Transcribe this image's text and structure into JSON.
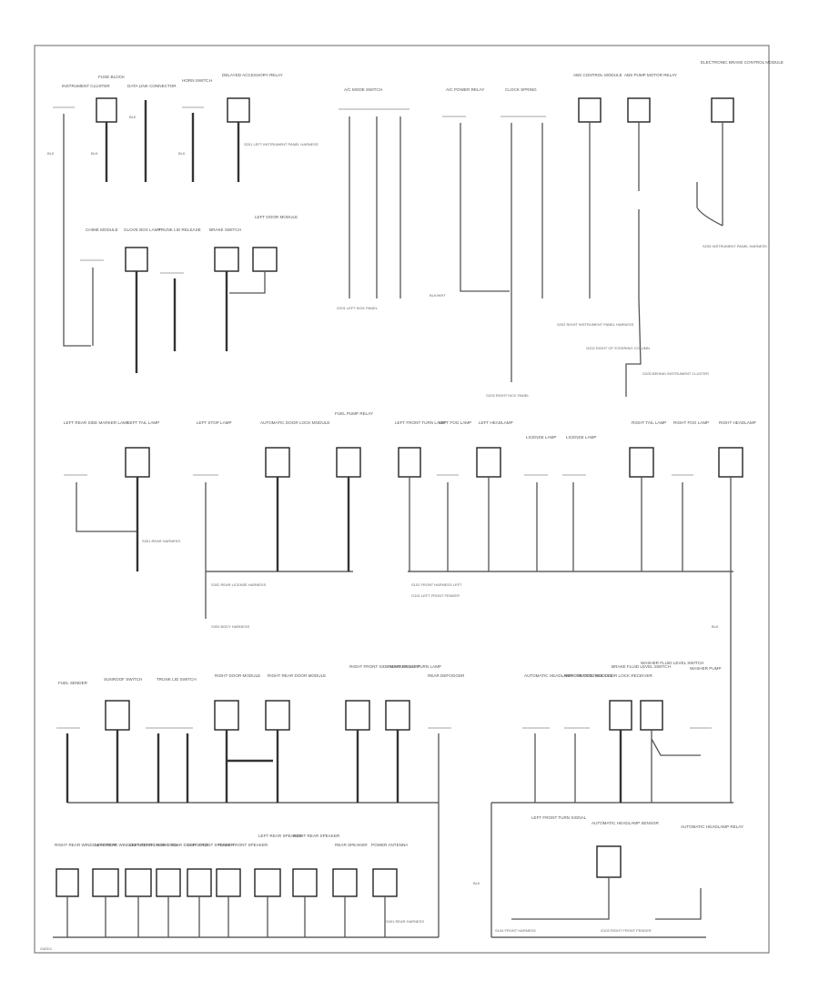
{
  "diagram": {
    "footer_code": "G4ED1",
    "colors": {
      "wire": "#555555",
      "component": "#222222",
      "frame": "#666666"
    },
    "row1": {
      "components": [
        {
          "name": "INSTRUMENT CLUSTER",
          "wire": "BLK"
        },
        {
          "name": "FUSE BLOCK",
          "wire": "BLK"
        },
        {
          "name": "DATA LINK CONNECTOR",
          "wire": "BLK"
        },
        {
          "name": "HORN SWITCH",
          "wire": "BLK"
        },
        {
          "name": "DELAYED ACCESSORY RELAY",
          "wire": "BLK"
        },
        {
          "name": "A/C MODE SWITCH",
          "wire": "BLK"
        },
        {
          "name": "A/C POWER RELAY",
          "wire": "BLK"
        },
        {
          "name": "CLOCK SPRING",
          "wire": "BLK"
        },
        {
          "name": "ABS CONTROL MODULE",
          "wire": "BLK"
        },
        {
          "name": "ABS PUMP MOTOR RELAY",
          "wire": "BLK"
        },
        {
          "name": "ELECTRONIC BRAKE CONTROL MODULE",
          "wire": "BLK"
        }
      ],
      "sub_components": [
        {
          "name": "CHIME MODULE",
          "wire": "BLK"
        },
        {
          "name": "GLOVE BOX LAMP",
          "wire": "BLK"
        },
        {
          "name": "TRUNK LID RELEASE",
          "wire": "BLK"
        },
        {
          "name": "BRAKE SWITCH",
          "wire": "BLK"
        },
        {
          "name": "LEFT DOOR MODULE",
          "wire": "BLK"
        }
      ],
      "splice_notes": [
        "S201 LEFT INSTRUMENT PANEL HARNESS",
        "G201 LEFT KICK PANEL",
        "G203 RIGHT KICK PANEL",
        "S202 RIGHT INSTRUMENT PANEL HARNESS",
        "S205 INSTRUMENT PANEL HARNESS",
        "G200 BEHIND INSTRUMENT CLUSTER",
        "G202 RIGHT OF STEERING COLUMN",
        "BLK/WHT"
      ]
    },
    "row2": {
      "components": [
        {
          "name": "LEFT REAR SIDE MARKER LAMP",
          "wire": "BLK"
        },
        {
          "name": "LEFT TAIL LAMP",
          "wire": "BLK"
        },
        {
          "name": "LEFT STOP LAMP",
          "wire": "BLK"
        },
        {
          "name": "AUTOMATIC DOOR LOCK MODULE",
          "wire": "BLK"
        },
        {
          "name": "FUEL PUMP RELAY",
          "wire": "BLK"
        },
        {
          "name": "LEFT FRONT TURN LAMP",
          "wire": "BLK"
        },
        {
          "name": "LEFT FOG LAMP",
          "wire": "BLK"
        },
        {
          "name": "LEFT HEADLAMP",
          "wire": "BLK"
        },
        {
          "name": "LICENSE LAMP",
          "wire": "BLK"
        },
        {
          "name": "LICENSE LAMP",
          "wire": "BLK"
        },
        {
          "name": "RIGHT TAIL LAMP",
          "wire": "BLK"
        },
        {
          "name": "RIGHT FOG LAMP",
          "wire": "BLK"
        },
        {
          "name": "RIGHT HEADLAMP",
          "wire": "BLK"
        }
      ],
      "splice_notes": [
        "S301 REAR HARNESS",
        "S302 REAR LICENSE HARNESS",
        "S303 BODY HARNESS",
        "S102 FRONT HARNESS LEFT",
        "G101 LEFT FRONT FENDER",
        "BLK"
      ]
    },
    "row3": {
      "components": [
        {
          "name": "FUEL SENDER",
          "wire": "BLK"
        },
        {
          "name": "SUNROOF SWITCH",
          "wire": "BLK"
        },
        {
          "name": "TRUNK LID SWITCH",
          "wire": "BLK"
        },
        {
          "name": "RIGHT DOOR MODULE",
          "wire": "BLK"
        },
        {
          "name": "RIGHT REAR DOOR MODULE",
          "wire": "BLK"
        },
        {
          "name": "RIGHT FRONT SIDE MARKER LAMP",
          "wire": "BLK"
        },
        {
          "name": "RIGHT FRONT TURN LAMP",
          "wire": "BLK"
        },
        {
          "name": "REAR DEFOGGER",
          "wire": "BLK"
        },
        {
          "name": "AUTOMATIC HEADLAMP CONTROL MODULE",
          "wire": "BLK"
        },
        {
          "name": "REMOTE CONTROL DOOR LOCK RECEIVER",
          "wire": "BLK"
        },
        {
          "name": "BRAKE FLUID LEVEL SWITCH",
          "wire": "BLK"
        },
        {
          "name": "WASHER FLUID LEVEL SWITCH",
          "wire": "BLK"
        },
        {
          "name": "WASHER PUMP",
          "wire": "BLK"
        }
      ]
    },
    "row4": {
      "components": [
        {
          "name": "RIGHT REAR WINDOW MOTOR",
          "wire": "BLK"
        },
        {
          "name": "LEFT REAR WINDOW MOTOR",
          "wire": "BLK"
        },
        {
          "name": "LEFT REAR DOOR LOCK",
          "wire": "BLK"
        },
        {
          "name": "RIGHT REAR DOOR LOCK",
          "wire": "BLK"
        },
        {
          "name": "LEFT FRONT SPEAKER",
          "wire": "BLK"
        },
        {
          "name": "RIGHT FRONT SPEAKER",
          "wire": "BLK"
        },
        {
          "name": "LEFT REAR SPEAKER",
          "wire": "BLK"
        },
        {
          "name": "RIGHT REAR SPEAKER",
          "wire": "BLK"
        },
        {
          "name": "REAR SPEAKER",
          "wire": "BLK"
        },
        {
          "name": "POWER ANTENNA",
          "wire": "BLK"
        }
      ],
      "right_components": [
        {
          "name": "LEFT FRONT TURN SIGNAL",
          "wire": "BLK"
        },
        {
          "name": "AUTOMATIC HEADLAMP SENSOR",
          "wire": "BLK"
        },
        {
          "name": "AUTOMATIC HEADLAMP RELAY",
          "wire": "BLK"
        }
      ],
      "splice_notes": [
        "S401 REAR HARNESS",
        "S104 FRONT HARNESS",
        "G103 RIGHT FRONT FENDER",
        "BLK"
      ]
    }
  }
}
